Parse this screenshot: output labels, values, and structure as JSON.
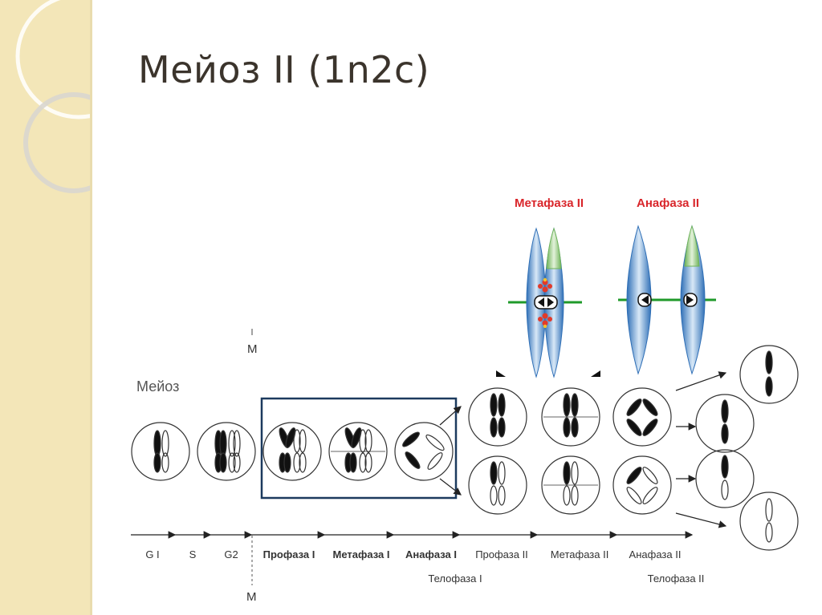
{
  "slide": {
    "title": "Мейоз II (1n2c)"
  },
  "diagram": {
    "section_label": "Мейоз",
    "m_marker_top": "M",
    "m_marker_bottom": "M",
    "inset_labels": {
      "metaphase2": "Метафаза II",
      "anaphase2": "Анафаза II"
    },
    "timeline": [
      {
        "label": "G I",
        "bold": false
      },
      {
        "label": "S",
        "bold": false
      },
      {
        "label": "G2",
        "bold": false
      },
      {
        "label": "Профаза I",
        "bold": true
      },
      {
        "label": "Метафаза I",
        "bold": true
      },
      {
        "label": "Анафаза I",
        "bold": true
      },
      {
        "label": "Профаза II",
        "bold": false
      },
      {
        "label": "Метафаза II",
        "bold": false
      },
      {
        "label": "Анафаза II",
        "bold": false
      }
    ],
    "timeline_sub": [
      "Телофаза I",
      "Телофаза II"
    ],
    "colors": {
      "title": "#3b342c",
      "inset_label": "#d9262b",
      "spindle_green": "#1f9a2a",
      "highlight_box": "#1c3a5e",
      "chromatid_blue": "#3f86c7",
      "chromatid_green": "#8ec36b"
    }
  }
}
